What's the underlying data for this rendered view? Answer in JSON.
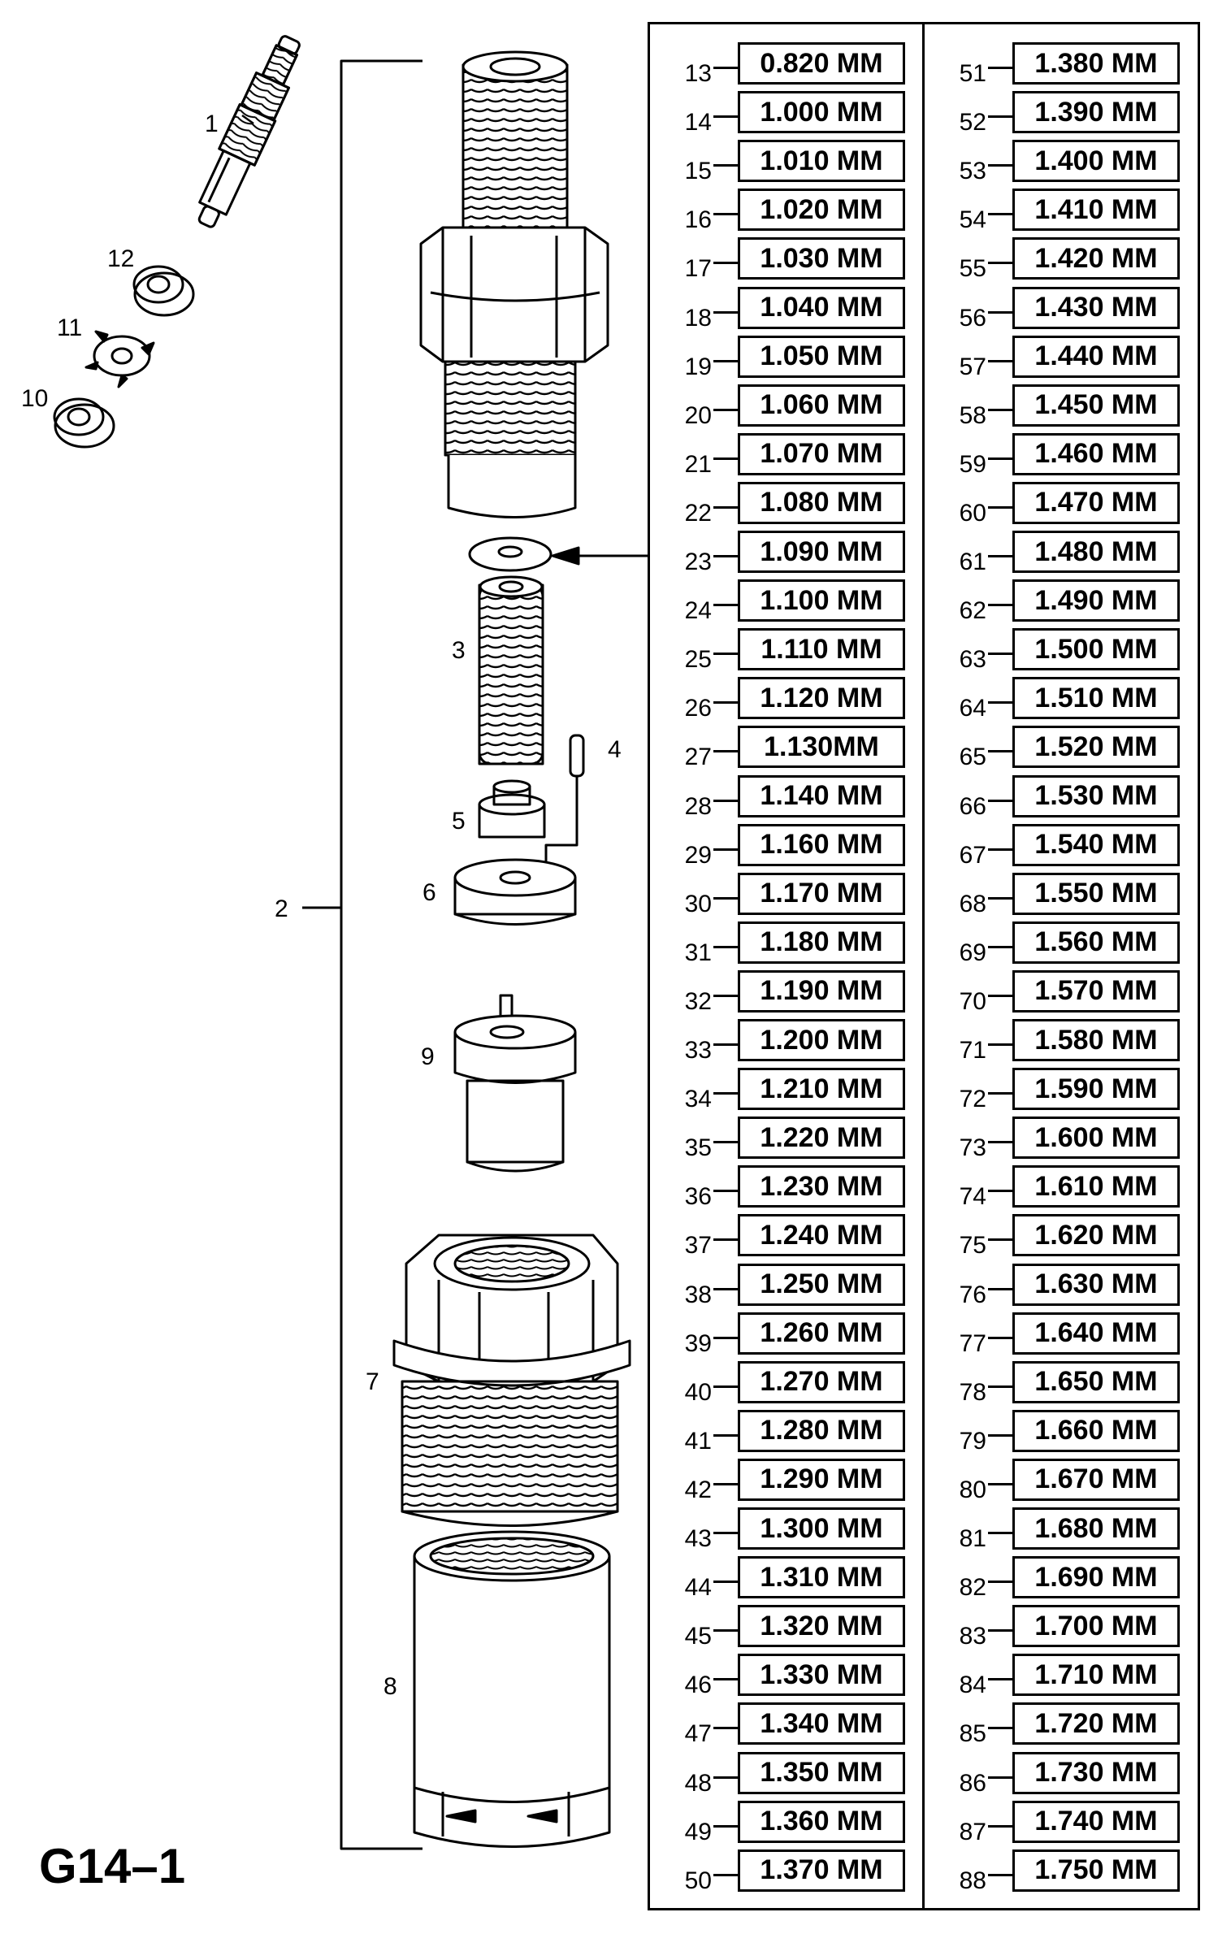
{
  "figure_label": "G14–1",
  "callouts": {
    "c1": "1",
    "c2": "2",
    "c3": "3",
    "c4": "4",
    "c5": "5",
    "c6": "6",
    "c7": "7",
    "c8": "8",
    "c9": "9",
    "c10": "10",
    "c11": "11",
    "c12": "12"
  },
  "shim_table": {
    "left": [
      {
        "n": "13",
        "v": "0.820 MM"
      },
      {
        "n": "14",
        "v": "1.000 MM"
      },
      {
        "n": "15",
        "v": "1.010 MM"
      },
      {
        "n": "16",
        "v": "1.020 MM"
      },
      {
        "n": "17",
        "v": "1.030 MM"
      },
      {
        "n": "18",
        "v": "1.040 MM"
      },
      {
        "n": "19",
        "v": "1.050 MM"
      },
      {
        "n": "20",
        "v": "1.060 MM"
      },
      {
        "n": "21",
        "v": "1.070 MM"
      },
      {
        "n": "22",
        "v": "1.080 MM"
      },
      {
        "n": "23",
        "v": "1.090 MM"
      },
      {
        "n": "24",
        "v": "1.100 MM"
      },
      {
        "n": "25",
        "v": "1.110 MM"
      },
      {
        "n": "26",
        "v": "1.120 MM"
      },
      {
        "n": "27",
        "v": "1.130MM"
      },
      {
        "n": "28",
        "v": "1.140 MM"
      },
      {
        "n": "29",
        "v": "1.160 MM"
      },
      {
        "n": "30",
        "v": "1.170 MM"
      },
      {
        "n": "31",
        "v": "1.180 MM"
      },
      {
        "n": "32",
        "v": "1.190 MM"
      },
      {
        "n": "33",
        "v": "1.200 MM"
      },
      {
        "n": "34",
        "v": "1.210 MM"
      },
      {
        "n": "35",
        "v": "1.220 MM"
      },
      {
        "n": "36",
        "v": "1.230 MM"
      },
      {
        "n": "37",
        "v": "1.240 MM"
      },
      {
        "n": "38",
        "v": "1.250 MM"
      },
      {
        "n": "39",
        "v": "1.260 MM"
      },
      {
        "n": "40",
        "v": "1.270 MM"
      },
      {
        "n": "41",
        "v": "1.280 MM"
      },
      {
        "n": "42",
        "v": "1.290 MM"
      },
      {
        "n": "43",
        "v": "1.300 MM"
      },
      {
        "n": "44",
        "v": "1.310 MM"
      },
      {
        "n": "45",
        "v": "1.320 MM"
      },
      {
        "n": "46",
        "v": "1.330 MM"
      },
      {
        "n": "47",
        "v": "1.340 MM"
      },
      {
        "n": "48",
        "v": "1.350 MM"
      },
      {
        "n": "49",
        "v": "1.360 MM"
      },
      {
        "n": "50",
        "v": "1.370 MM"
      }
    ],
    "right": [
      {
        "n": "51",
        "v": "1.380 MM"
      },
      {
        "n": "52",
        "v": "1.390 MM"
      },
      {
        "n": "53",
        "v": "1.400 MM"
      },
      {
        "n": "54",
        "v": "1.410 MM"
      },
      {
        "n": "55",
        "v": "1.420 MM"
      },
      {
        "n": "56",
        "v": "1.430 MM"
      },
      {
        "n": "57",
        "v": "1.440 MM"
      },
      {
        "n": "58",
        "v": "1.450 MM"
      },
      {
        "n": "59",
        "v": "1.460 MM"
      },
      {
        "n": "60",
        "v": "1.470 MM"
      },
      {
        "n": "61",
        "v": "1.480 MM"
      },
      {
        "n": "62",
        "v": "1.490 MM"
      },
      {
        "n": "63",
        "v": "1.500 MM"
      },
      {
        "n": "64",
        "v": "1.510 MM"
      },
      {
        "n": "65",
        "v": "1.520 MM"
      },
      {
        "n": "66",
        "v": "1.530 MM"
      },
      {
        "n": "67",
        "v": "1.540 MM"
      },
      {
        "n": "68",
        "v": "1.550 MM"
      },
      {
        "n": "69",
        "v": "1.560 MM"
      },
      {
        "n": "70",
        "v": "1.570 MM"
      },
      {
        "n": "71",
        "v": "1.580 MM"
      },
      {
        "n": "72",
        "v": "1.590 MM"
      },
      {
        "n": "73",
        "v": "1.600 MM"
      },
      {
        "n": "74",
        "v": "1.610 MM"
      },
      {
        "n": "75",
        "v": "1.620 MM"
      },
      {
        "n": "76",
        "v": "1.630 MM"
      },
      {
        "n": "77",
        "v": "1.640 MM"
      },
      {
        "n": "78",
        "v": "1.650 MM"
      },
      {
        "n": "79",
        "v": "1.660 MM"
      },
      {
        "n": "80",
        "v": "1.670 MM"
      },
      {
        "n": "81",
        "v": "1.680 MM"
      },
      {
        "n": "82",
        "v": "1.690 MM"
      },
      {
        "n": "83",
        "v": "1.700 MM"
      },
      {
        "n": "84",
        "v": "1.710 MM"
      },
      {
        "n": "85",
        "v": "1.720 MM"
      },
      {
        "n": "86",
        "v": "1.730 MM"
      },
      {
        "n": "87",
        "v": "1.740 MM"
      },
      {
        "n": "88",
        "v": "1.750 MM"
      }
    ]
  }
}
